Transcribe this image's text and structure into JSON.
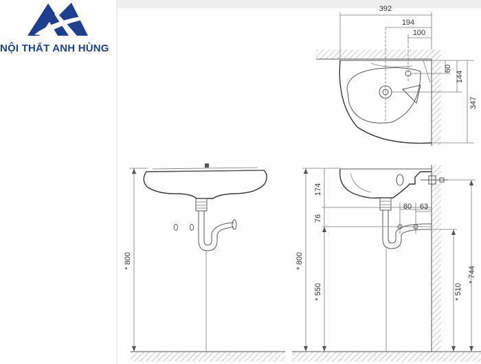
{
  "brand": {
    "name": "NỘI THẤT ANH HÙNG",
    "logo_icon": "mountain-road-logo-icon",
    "color": "#1e3f8f"
  },
  "dimensions": {
    "top_width": "392",
    "top_mid": "194",
    "top_small": "100",
    "side_60": "60",
    "side_144": "144",
    "side_347": "347",
    "basin_174": "174",
    "drain_76": "76",
    "pipe_80": "80",
    "pipe_63": "63",
    "front_height": "* 800",
    "side_height": "* 800",
    "side_550": "* 550",
    "side_510": "* 510",
    "side_744": "* 744"
  }
}
